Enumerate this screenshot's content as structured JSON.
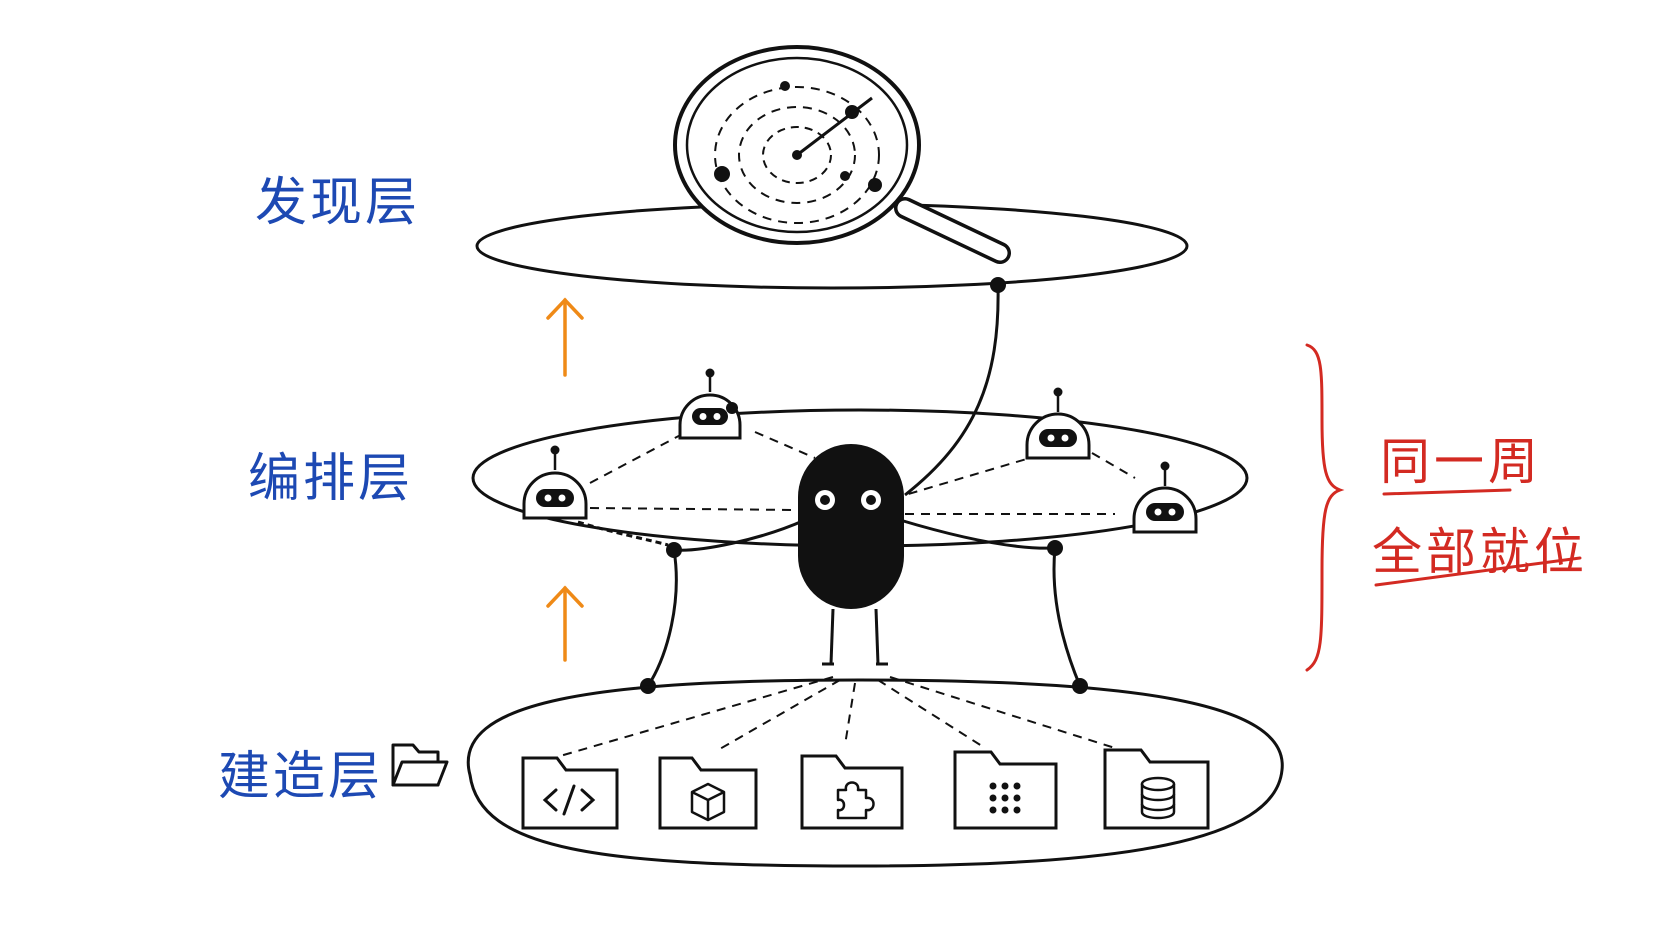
{
  "layers": {
    "discovery": {
      "label": "发现层",
      "icon": "magnifier-radar-icon"
    },
    "orchestration": {
      "label": "编排层",
      "icon": "robot-agent-icon"
    },
    "build": {
      "label": "建造层",
      "icon": "folder-icon"
    }
  },
  "side_note": {
    "line1": "同一周",
    "line2": "全部就位"
  },
  "build_folders": [
    {
      "icon": "code-icon"
    },
    {
      "icon": "cube-icon"
    },
    {
      "icon": "puzzle-icon"
    },
    {
      "icon": "grid-icon"
    },
    {
      "icon": "database-icon"
    }
  ],
  "colors": {
    "ink": "#111111",
    "label_blue": "#1d49b3",
    "arrow_orange": "#ef8a17",
    "note_red": "#d32a22"
  }
}
